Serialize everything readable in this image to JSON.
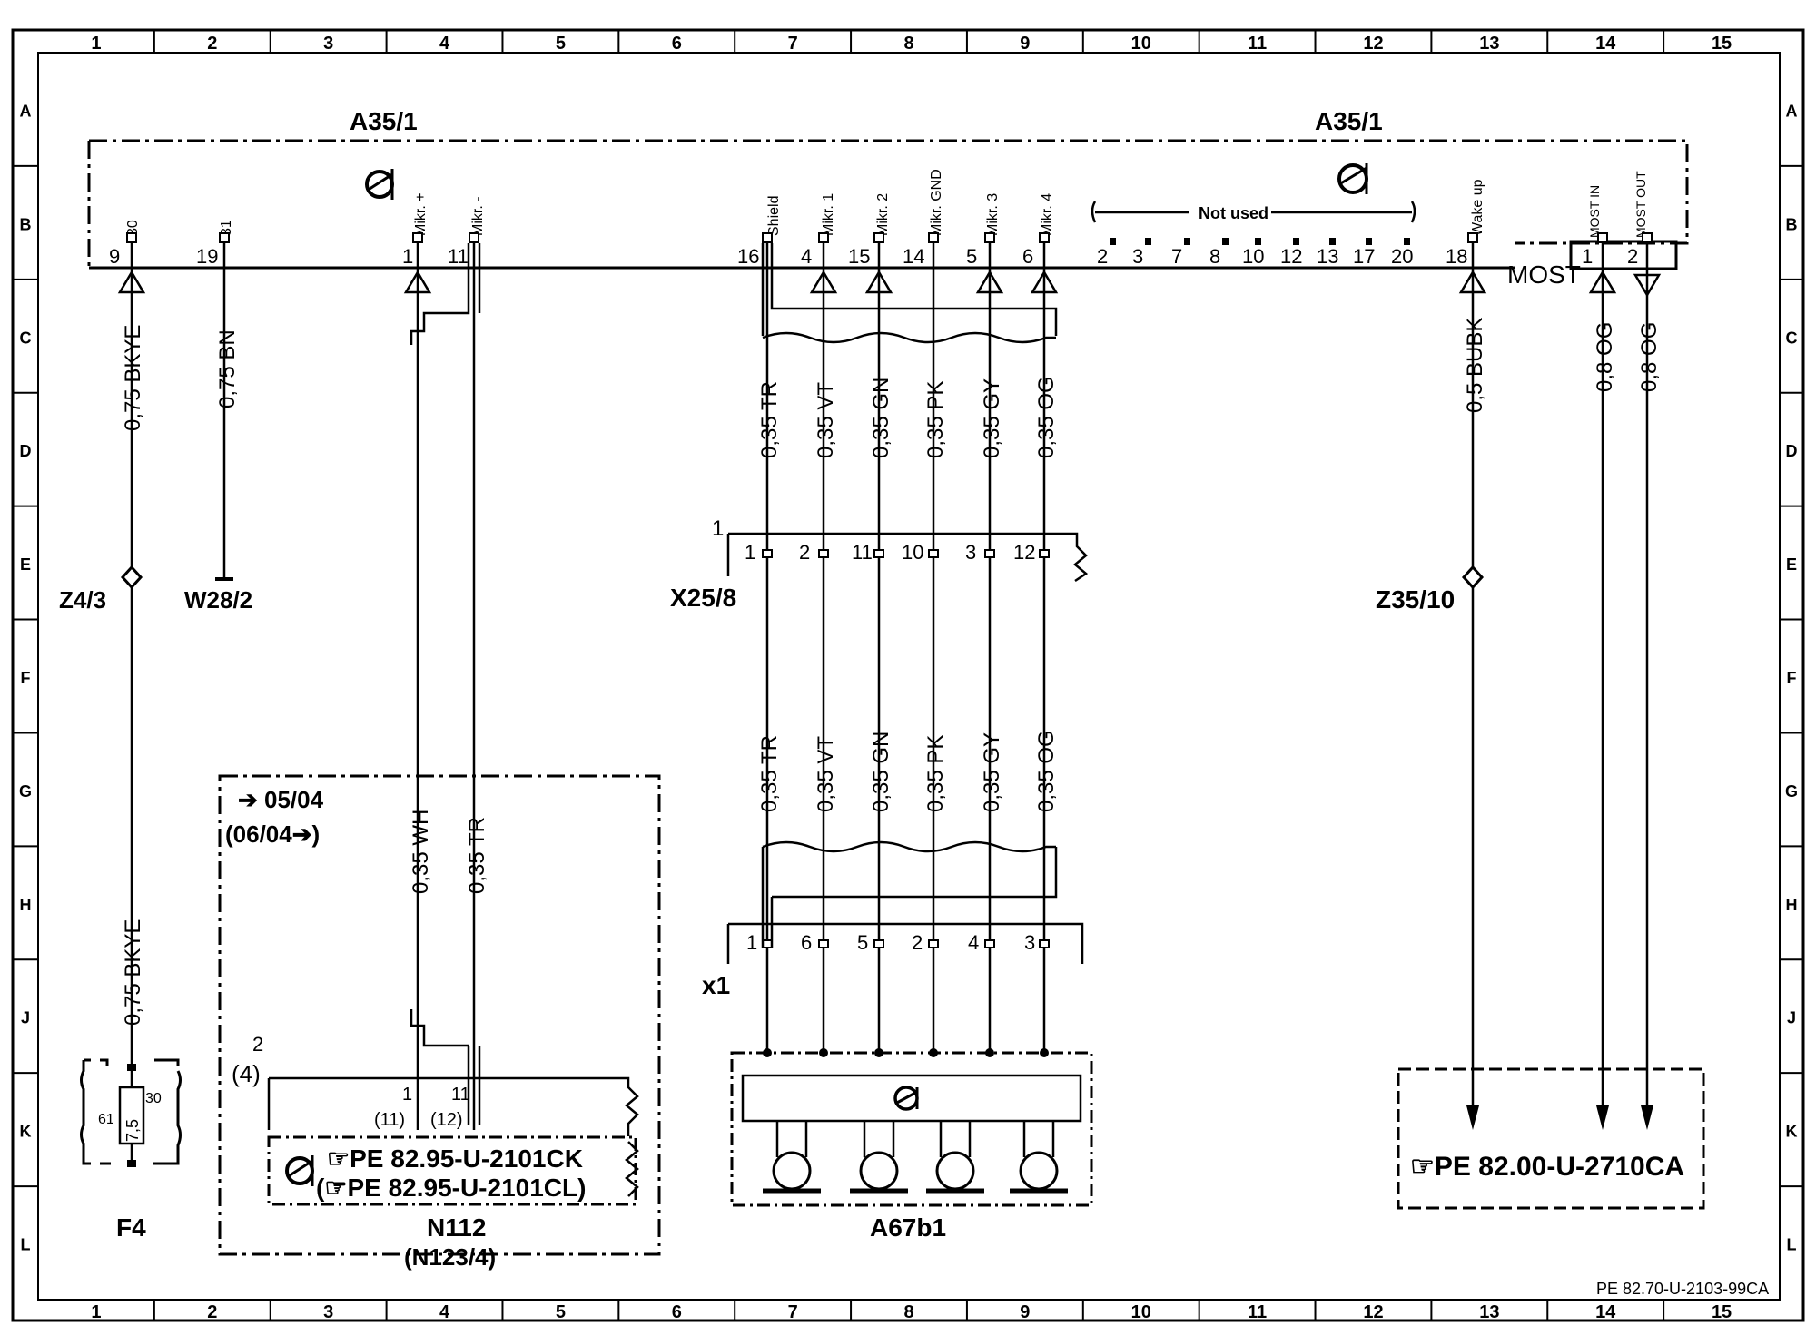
{
  "frame": {
    "columns": [
      "1",
      "2",
      "3",
      "4",
      "5",
      "6",
      "7",
      "8",
      "9",
      "10",
      "11",
      "12",
      "13",
      "14",
      "15"
    ],
    "rows": [
      "A",
      "B",
      "C",
      "D",
      "E",
      "F",
      "G",
      "H",
      "J",
      "K",
      "L"
    ],
    "doc_id": "PE 82.70-U-2103-99CA"
  },
  "top": {
    "a35_left": "A35/1",
    "a35_right": "A35/1",
    "pin_labels_vertical": {
      "p30": "30",
      "p31": "31",
      "mikr_plus": "Mikr. +",
      "mikr_minus": "Mikr. -",
      "shield": "Shield",
      "mikr1": "Mikr. 1",
      "mikr2": "Mikr. 2",
      "mikr_gnd": "Mikr. GND",
      "mikr3": "Mikr. 3",
      "mikr4": "Mikr. 4",
      "wake_up": "Wake up",
      "most_in": "MOST IN",
      "most_out": "MOST OUT"
    },
    "pin_numbers": {
      "p9": "9",
      "p19": "19",
      "p1": "1",
      "p11": "11",
      "p16": "16",
      "p4": "4",
      "p15": "15",
      "p14": "14",
      "p5": "5",
      "p6": "6",
      "p18": "18",
      "most1": "1",
      "most2": "2"
    },
    "not_used_label": "Not used",
    "not_used_pins": [
      "2",
      "3",
      "7",
      "8",
      "10",
      "12",
      "13",
      "17",
      "20"
    ],
    "most_label": "MOST"
  },
  "wires_upper": {
    "bkye": "0,75 BKYE",
    "bn": "0,75 BN",
    "tr": "0,35 TR",
    "vt": "0,35 VT",
    "gn": "0,35 GN",
    "pk": "0,35 PK",
    "gy": "0,35 GY",
    "og": "0,35 OG",
    "bubk": "0,5 BUBK",
    "og_in": "0,8 OG",
    "og_out": "0,8 OG"
  },
  "connectors": {
    "z4_3": "Z4/3",
    "w28_2": "W28/2",
    "x25_8": "X25/8",
    "z35_10": "Z35/10",
    "x25_index": "1",
    "x25_pins": [
      "1",
      "2",
      "11",
      "10",
      "3",
      "12"
    ]
  },
  "wires_lower": {
    "tr": "0,35 TR",
    "vt": "0,35 VT",
    "gn": "0,35 GN",
    "pk": "0,35 PK",
    "gy": "0,35 GY",
    "og": "0,35 OG",
    "wh": "0,35 WH",
    "tr_n112": "0,35 TR",
    "bkye": "0,75 BKYE"
  },
  "n112": {
    "date_from": "05/04",
    "date_to": "(06/04",
    "pin_index": "2",
    "pin_index_alt": "(4)",
    "pin1": "1",
    "pin1_alt": "(11)",
    "pin11": "11",
    "pin11_alt": "(12)",
    "ref1": "PE  82.95-U-2101CK",
    "ref2": "PE  82.95-U-2101CL)",
    "ref2_open": "(",
    "label": "N112",
    "label_alt": "(N123/4)"
  },
  "x1": {
    "label": "x1",
    "pins": [
      "1",
      "6",
      "5",
      "2",
      "4",
      "3"
    ]
  },
  "a67b1": {
    "label": "A67b1"
  },
  "f4": {
    "label": "F4",
    "pin_left": "61",
    "pin_right": "30",
    "rating": "7,5"
  },
  "most_ref": {
    "ref": "PE  82.00-U-2710CA"
  }
}
